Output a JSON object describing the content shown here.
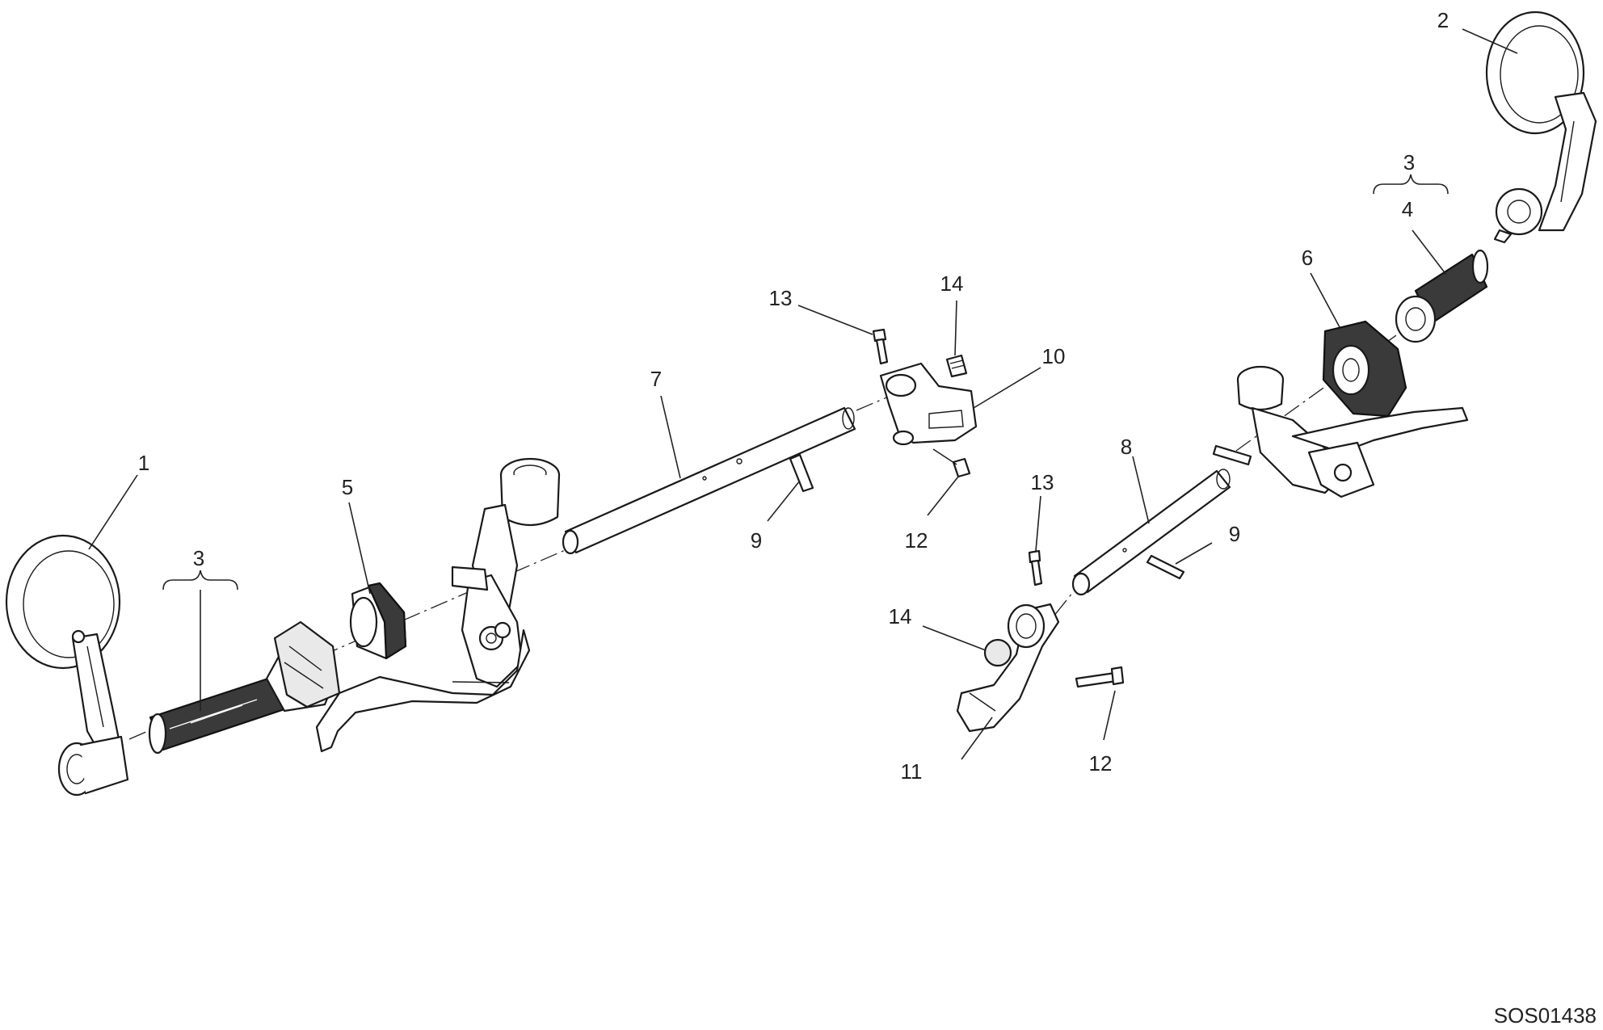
{
  "diagram": {
    "drawing_code": "SOS01438",
    "callouts": [
      {
        "id": "c1",
        "text": "1"
      },
      {
        "id": "c2",
        "text": "2"
      },
      {
        "id": "c3a",
        "text": "3"
      },
      {
        "id": "c3b",
        "text": "3"
      },
      {
        "id": "c4",
        "text": "4"
      },
      {
        "id": "c5",
        "text": "5"
      },
      {
        "id": "c6",
        "text": "6"
      },
      {
        "id": "c7",
        "text": "7"
      },
      {
        "id": "c8",
        "text": "8"
      },
      {
        "id": "c9a",
        "text": "9"
      },
      {
        "id": "c9b",
        "text": "9"
      },
      {
        "id": "c10",
        "text": "10"
      },
      {
        "id": "c11",
        "text": "11"
      },
      {
        "id": "c12a",
        "text": "12"
      },
      {
        "id": "c12b",
        "text": "12"
      },
      {
        "id": "c13a",
        "text": "13"
      },
      {
        "id": "c13b",
        "text": "13"
      },
      {
        "id": "c14a",
        "text": "14"
      },
      {
        "id": "c14b",
        "text": "14"
      }
    ]
  }
}
